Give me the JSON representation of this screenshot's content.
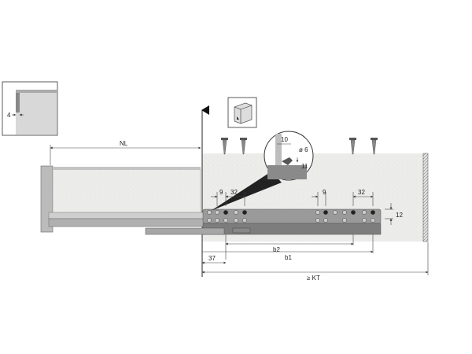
{
  "labels": {
    "nl": "NL",
    "kt": "≥ KT",
    "b1": "b1",
    "b2": "b2",
    "d37": "37",
    "d12": "12",
    "d9_left": "9",
    "d32_left": "32",
    "d9_right": "9",
    "d32_right": "32",
    "inset_4": "4",
    "zoom_10": "10",
    "zoom_d6": "ø 6",
    "zoom_11": "11"
  },
  "colors": {
    "cabinet_fill": "#e8e8e6",
    "drawer_frame": "#b4b4b4",
    "runner_dark": "#6e6e6e",
    "runner_light": "#9a9a9a",
    "line": "#444444"
  },
  "icons": [
    "screw-icon",
    "cabinet-3d-icon",
    "arrow-pointer-icon"
  ]
}
